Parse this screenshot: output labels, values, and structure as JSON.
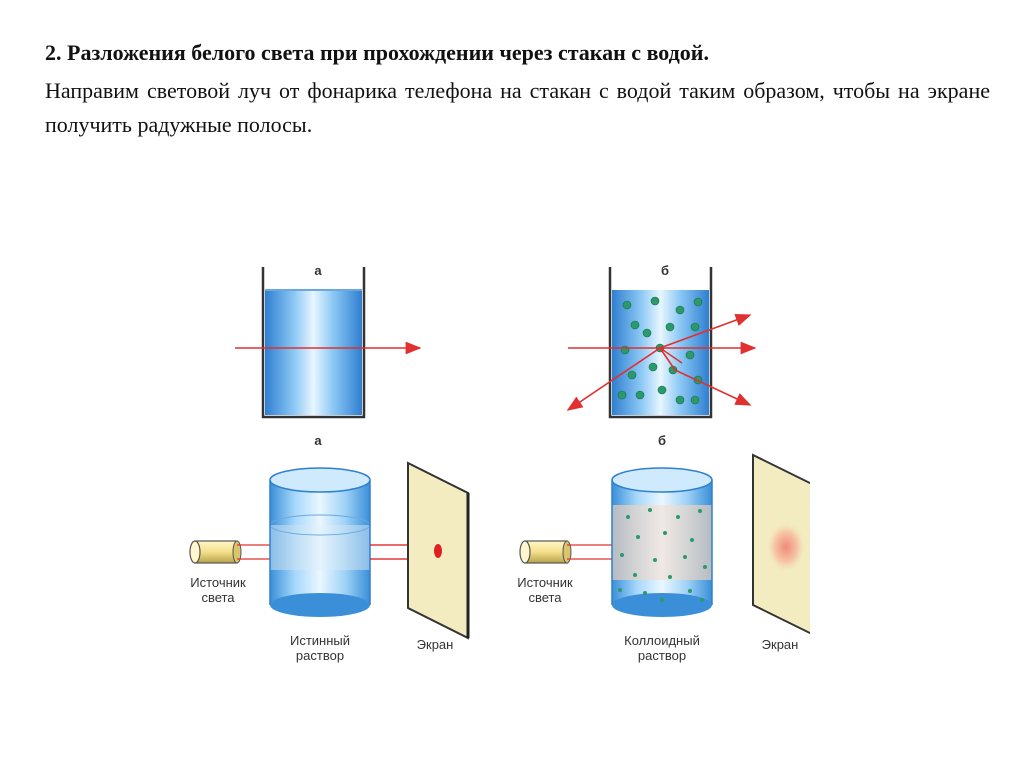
{
  "heading": "2. Разложения белого света при прохождении через стакан с водой.",
  "paragraph": "Направим световой луч от фонарика телефона на стакан с водой таким образом, чтобы на экране получить радужные полосы.",
  "figure": {
    "panel_top_left_letter": "а",
    "panel_top_right_letter": "б",
    "panel_bottom_left_letter": "а",
    "panel_bottom_right_letter": "б",
    "source_left_label": "Источник света",
    "source_right_label": "Источник света",
    "true_solution_label": "Истинный раствор",
    "colloid_solution_label": "Коллоидный раствор",
    "screen_left_label": "Экран",
    "screen_right_label": "Экран"
  },
  "colors": {
    "water": "#3a8fd8",
    "ray": "#e03030",
    "particle": "#2a9a6a",
    "screen": "#f3ecc0"
  }
}
